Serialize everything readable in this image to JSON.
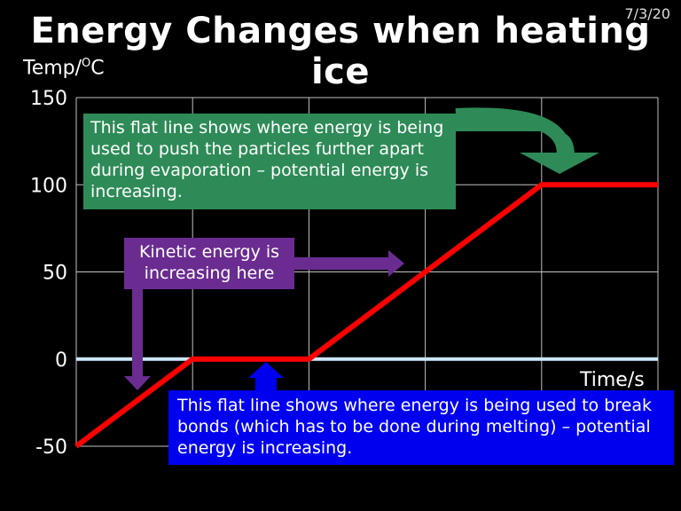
{
  "slide": {
    "date": "7/3/20",
    "title": "Energy Changes when heating ice",
    "ylabel_text": "Temp/",
    "ylabel_sup": "O",
    "ylabel_unit": "C",
    "xlabel": "Time/s"
  },
  "callouts": {
    "green": "This flat line shows where energy is being used to push the particles further apart during evaporation – potential energy is increasing.",
    "purple": "Kinetic energy is increasing here",
    "blue": "This flat line shows where energy is being used to break bonds (which has to be done during melting) – potential energy is increasing."
  },
  "colors": {
    "line": "#ff0000",
    "zero_line": "#cce6ff",
    "grid": "#c0c0c0",
    "green_box": "#2e8b57",
    "purple_box": "#6a2c91",
    "blue_box": "#0000ee"
  },
  "chart_data": {
    "type": "line",
    "title": "Energy Changes when heating ice",
    "xlabel": "Time/s",
    "ylabel": "Temp/°C",
    "ylim": [
      -50,
      150
    ],
    "yticks": [
      "150",
      "100",
      "50",
      "0",
      "-50"
    ],
    "grid": true,
    "series": [
      {
        "x": [
          0,
          1,
          2,
          4,
          5
        ],
        "values": [
          -50,
          0,
          0,
          100,
          100
        ]
      }
    ]
  }
}
